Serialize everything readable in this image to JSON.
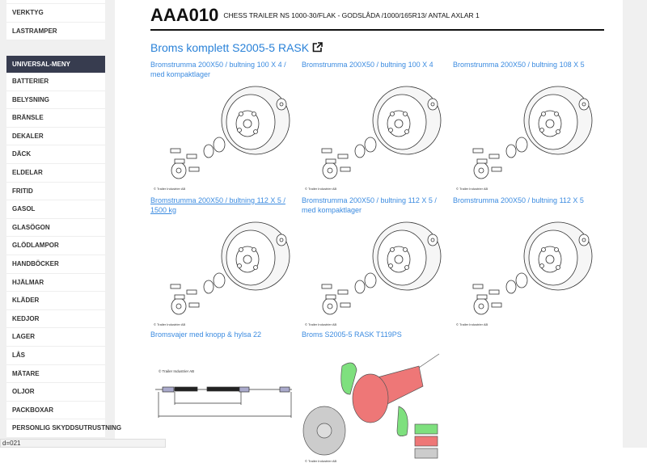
{
  "sidebar": {
    "top_items": [
      "VERKTYG",
      "LASTRAMPER"
    ],
    "header": "UNIVERSAL-MENY",
    "items": [
      "BATTERIER",
      "BELYSNING",
      "BRÄNSLE",
      "DEKALER",
      "DÄCK",
      "ELDELAR",
      "FRITID",
      "GASOL",
      "GLASÖGON",
      "GLÖDLAMPOR",
      "HANDBÖCKER",
      "HJÄLMAR",
      "KLÄDER",
      "KEDJOR",
      "LAGER",
      "LÅS",
      "MÄTARE",
      "OLJOR",
      "PACKBOXAR",
      "PERSONLIG SKYDDSUTRUSTNING"
    ]
  },
  "header": {
    "code": "AAA010",
    "description": "CHESS TRAILER NS 1000-30/FLAK - GODSLÅDA /1000/165R13/ ANTAL AXLAR 1"
  },
  "section": {
    "title": "Broms komplett S2005-5 RASK",
    "icon": "external-link-icon"
  },
  "parts": [
    {
      "label": "Bromstrumma 200X50 / bultning 100 X 4 / med kompaktlager",
      "type": "drum"
    },
    {
      "label": "Bromstrumma 200X50 / bultning 100 X 4",
      "type": "drum"
    },
    {
      "label": "Bromstrumma 200X50 / bultning 108 X 5",
      "type": "drum"
    },
    {
      "label": "Bromstrumma 200X50 / bultning 112 X 5 / 1500 kg",
      "type": "drum"
    },
    {
      "label": "Bromstrumma 200X50 / bultning 112 X 5 / med kompaktlager",
      "type": "drum"
    },
    {
      "label": "Bromstrumma 200X50 / bultning 112 X 5",
      "type": "drum"
    },
    {
      "label": "Bromsvajer med knopp & hylsa 22",
      "type": "cable"
    },
    {
      "label": "Broms S2005-5 RASK T119PS",
      "type": "brake"
    }
  ],
  "copyright": "© Trailer Industrier AB",
  "status": "d=021",
  "colors": {
    "accent": "#2a82d8",
    "header": "#373c4f",
    "green": "#7ee07e",
    "red": "#ee7777"
  }
}
